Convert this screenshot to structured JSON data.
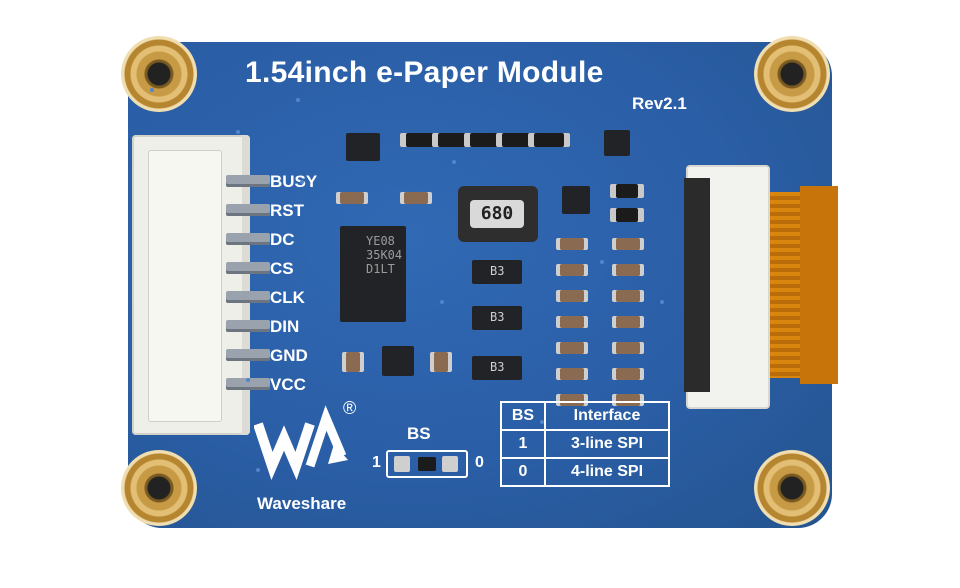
{
  "board": {
    "title": "1.54inch e-Paper Module",
    "revision": "Rev2.1",
    "pins": [
      "BUSY",
      "RST",
      "DC",
      "CS",
      "CLK",
      "DIN",
      "GND",
      "VCC"
    ],
    "chip_marks": {
      "driver_ic": [
        "YE08",
        "35K04",
        "D1LT"
      ],
      "inductor": "680",
      "diodes": [
        "B3",
        "B3",
        "B3"
      ]
    },
    "bs_label": "BS",
    "jumper_left": "1",
    "jumper_right": "0",
    "brand": "Waveshare",
    "registered": "®"
  },
  "bs_table": {
    "headers": [
      "BS",
      "Interface"
    ],
    "rows": [
      {
        "bs": "1",
        "interface": "3-line SPI"
      },
      {
        "bs": "0",
        "interface": "4-line SPI"
      }
    ]
  },
  "colors": {
    "pcb": "#2a5ea6",
    "silkscreen": "#ffffff",
    "gold": "#c79a45",
    "ffc_cable": "#d8860f"
  }
}
